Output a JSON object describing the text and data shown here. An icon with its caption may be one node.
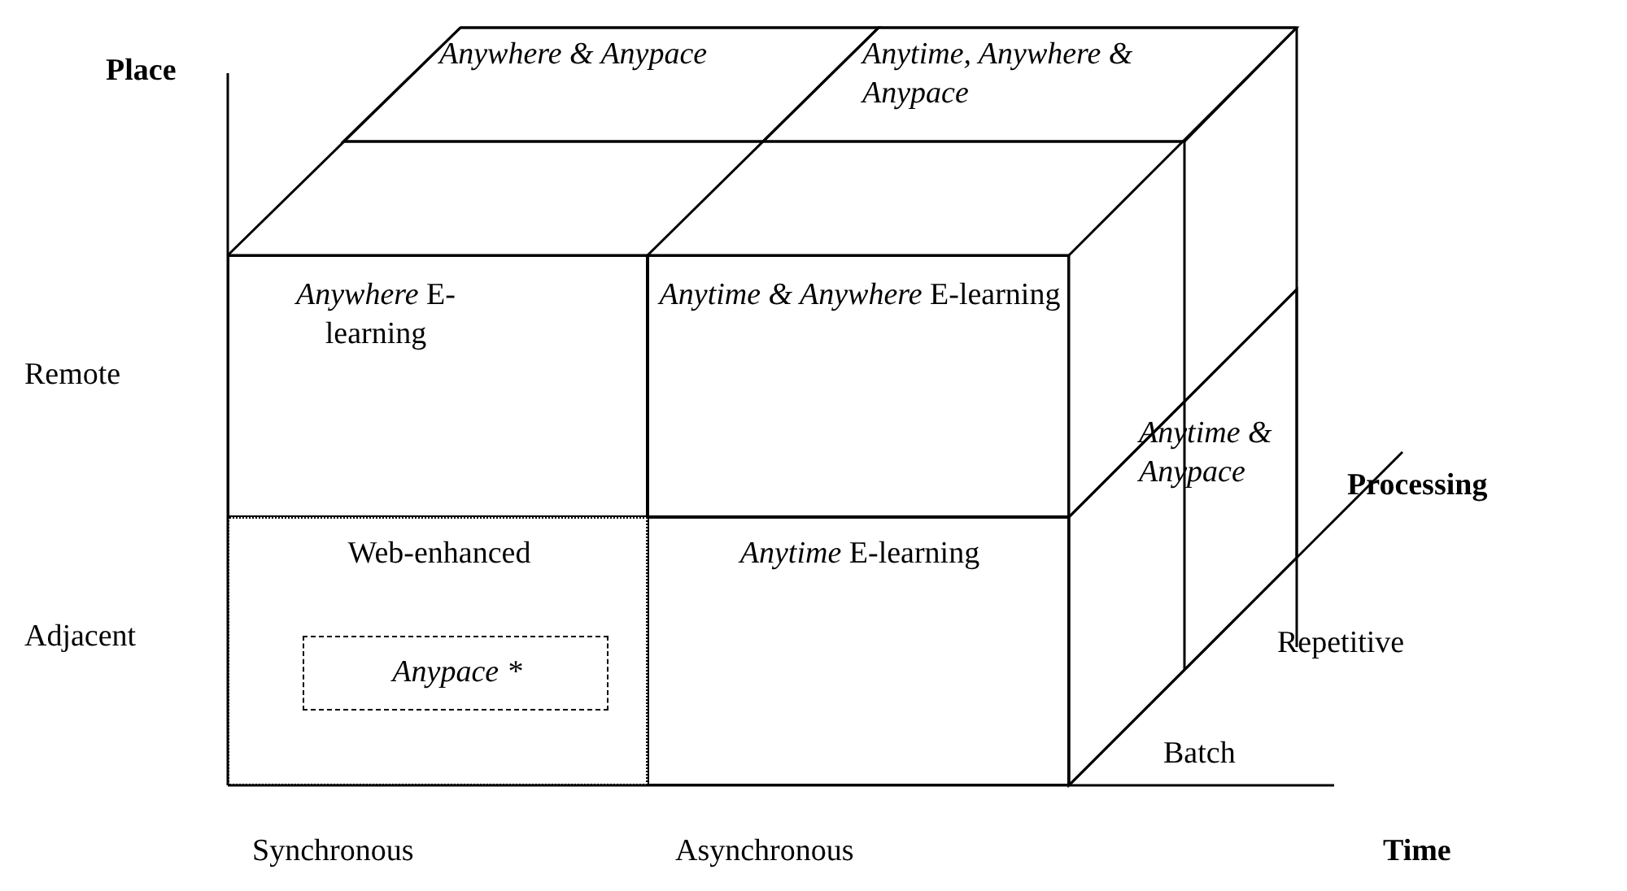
{
  "diagram": {
    "nodes": [
      {
        "text": [
          "Anywhere & Anypace"
        ]
      },
      {
        "text": [
          "Anytime, Anywhere & Anypace"
        ]
      },
      {
        "text": [
          "*Anywhere* E-learning"
        ]
      },
      {
        "text": [
          "*Anytime & Anywhere* E-learning"
        ]
      },
      {
        "text": [
          "Anytime & Anypace"
        ]
      },
      {
        "text": [
          "Web-enhanced"
        ]
      },
      {
        "text": [
          "Anypace *"
        ],
        "in": 5
      },
      {
        "text": [
          "*Anytime* E-learning"
        ]
      }
    ],
    "edges": [],
    "labels": [
      "Place",
      "Remote",
      "Processing",
      "Adjacent",
      "Repetitive",
      "Batch",
      "Synchronous",
      "Asynchronous",
      "Time"
    ]
  }
}
